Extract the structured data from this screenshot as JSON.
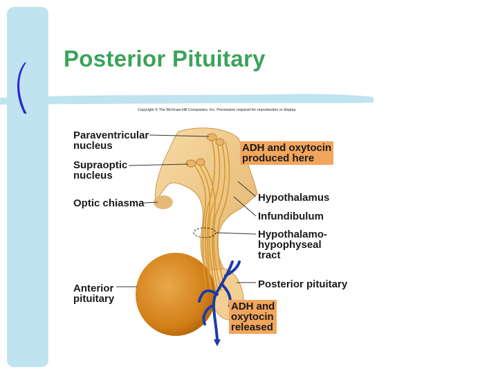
{
  "slide": {
    "title": "Posterior Pituitary"
  },
  "figure": {
    "copyright": "Copyright © The McGraw-Hill Companies, Inc. Permission required for reproduction or display.",
    "labels": {
      "paraventricular": [
        "Paraventricular",
        "nucleus"
      ],
      "supraoptic": [
        "Supraoptic",
        "nucleus"
      ],
      "optic_chiasma": "Optic chiasma",
      "anterior_pituitary": [
        "Anterior",
        "pituitary"
      ],
      "hypothalamus": "Hypothalamus",
      "infundibulum": "Infundibulum",
      "tract": [
        "Hypothalamo-",
        "hypophyseal",
        "tract"
      ],
      "posterior_pituitary": "Posterior pituitary",
      "produced_box": [
        "ADH and oxytocin",
        "produced here"
      ],
      "released_box": [
        "ADH and",
        "oxytocin",
        "released"
      ]
    },
    "colors": {
      "title_green": "#3aa35a",
      "accent_blue": "#2a2ad0",
      "light_blue_bar": "#bfe3ef",
      "label_box_orange": "#f2a55c",
      "tissue_light": "#f3cf94",
      "tissue_dark": "#d98a1f",
      "vessel_blue": "#1d3aa8"
    }
  }
}
